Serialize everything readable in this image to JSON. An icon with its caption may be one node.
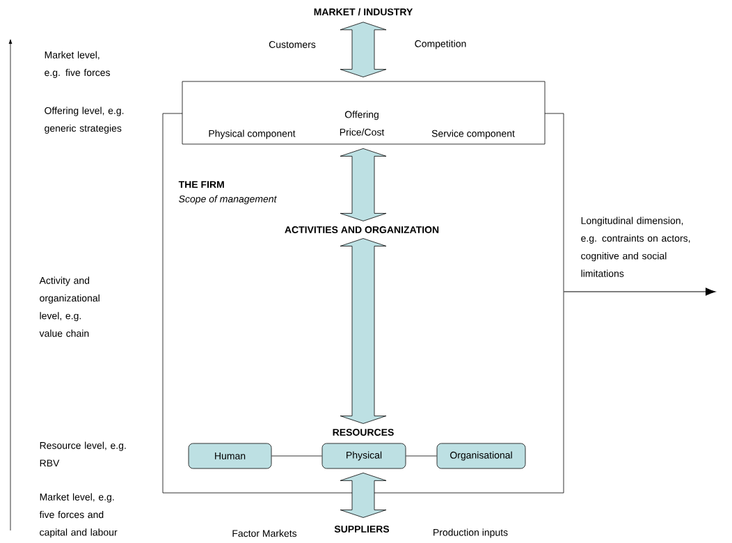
{
  "diagram": {
    "nodes": [
      {
        "text": [
          "MARKET / INDUSTRY"
        ]
      },
      {
        "text": [
          "Physical component",
          "Offering Price/Cost",
          "Service component"
        ]
      },
      {
        "text": [
          "THE FIRM",
          "Scope of management"
        ]
      },
      {
        "text": [
          "ACTIVITIES AND ORGANIZATION"
        ],
        "in": 2
      },
      {
        "text": [
          "RESOURCES"
        ],
        "in": 2
      },
      {
        "text": [
          "Human"
        ],
        "in": 2
      },
      {
        "text": [
          "Physical"
        ],
        "in": 2
      },
      {
        "text": [
          "Organisational"
        ],
        "in": 2
      },
      {
        "text": [
          "SUPPLIERS"
        ]
      }
    ],
    "edges": [
      {
        "from": 0,
        "to": 1,
        "arrow": "both",
        "style": "thick",
        "color": "#bde0e3"
      },
      {
        "from": 1,
        "to": 3,
        "arrow": "both",
        "style": "thick",
        "color": "#bde0e3"
      },
      {
        "from": 3,
        "to": 4,
        "arrow": "both",
        "style": "thick",
        "color": "#bde0e3"
      },
      {
        "from": 6,
        "to": 8,
        "arrow": "both",
        "style": "thick",
        "color": "#bde0e3"
      },
      {
        "from": 5,
        "to": 6,
        "arrow": "none"
      },
      {
        "from": 6,
        "to": 7,
        "arrow": "none"
      },
      {
        "from": 2,
        "to": null,
        "arrow": "to",
        "label": "Longitudinal dimension, e.g. contraints on actors, cognitive and social limitations"
      }
    ],
    "labels": [
      "Customers",
      "Competition",
      "Market level, e.g. five forces",
      "Offering level, e.g. generic strategies",
      "Activity and organizational level, e.g. value chain",
      "Resource level, e.g. RBV",
      "Market level, e.g. five forces and capital and labour",
      "Factor Markets",
      "Production inputs"
    ]
  }
}
